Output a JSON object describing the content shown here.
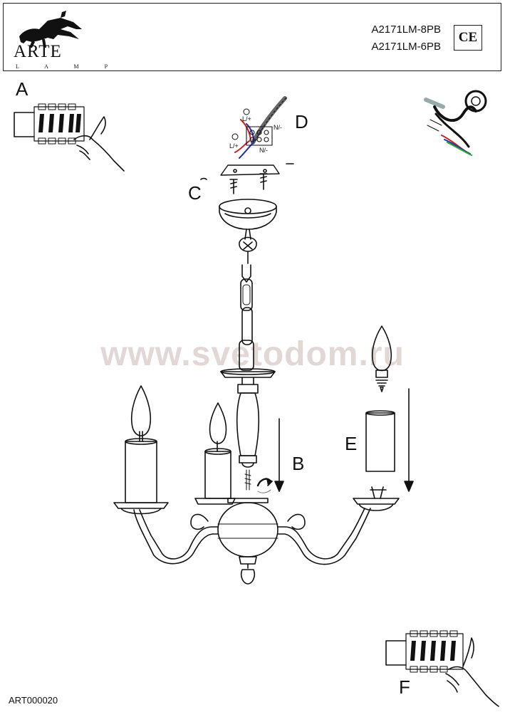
{
  "header": {
    "brand": "ARTE",
    "brand_sub": "L A M P",
    "models": [
      "A2171LM-8PB",
      "A2171LM-6PB"
    ],
    "ce_mark": "CE"
  },
  "watermark": "www.svetodom.ru",
  "labels": {
    "a": "A",
    "b": "B",
    "c": "C",
    "d": "D",
    "e": "E",
    "f": "F"
  },
  "wire_labels": {
    "l_plus_1": "L/+",
    "n_minus_1": "N/-",
    "l_plus_2": "L/+",
    "n_minus_2": "N/-"
  },
  "footer": {
    "code": "ART000020"
  }
}
